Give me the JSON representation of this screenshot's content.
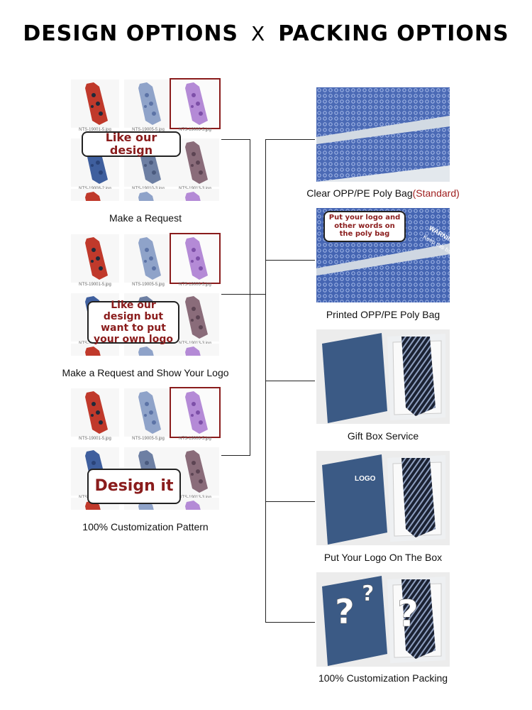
{
  "title": {
    "left": "DESIGN OPTIONS",
    "x": "X",
    "right": "PACKING OPTIONS"
  },
  "thumb_labels": [
    "NTS-19001-5.jpg",
    "NTS-19005-5.jpg",
    "NTS-19006-5.jpg",
    "NTS-19008-2.jpg",
    "NTS-19010-3.jpg",
    "NTS-19013-3.jpg"
  ],
  "design_options": [
    {
      "bubble": "Like our design",
      "caption": "Make a Request"
    },
    {
      "bubble": "Like our design but want to put your own logo",
      "caption": "Make a Request and Show Your Logo"
    },
    {
      "bubble": "Design it",
      "caption": "100% Customization Pattern"
    }
  ],
  "packing_options": [
    {
      "caption": "Clear OPP/PE Poly Bag",
      "caption_extra": "(Standard)",
      "caption_end": ""
    },
    {
      "caption": "Printed OPP/PE Poly Bag",
      "callout": "Put your logo and other words on the poly bag",
      "warning": "WARNING",
      "warning2": "Keep this bag"
    },
    {
      "caption": "Gift Box Service"
    },
    {
      "caption": "Put Your Logo On The Box",
      "box_logo": "LOGO"
    },
    {
      "caption": "100% Customization Packing",
      "marks": "?"
    }
  ],
  "colors": {
    "accent": "#8a1c1c",
    "tie_blue": "#2c50a8",
    "box_blue": "#3b5a85"
  }
}
